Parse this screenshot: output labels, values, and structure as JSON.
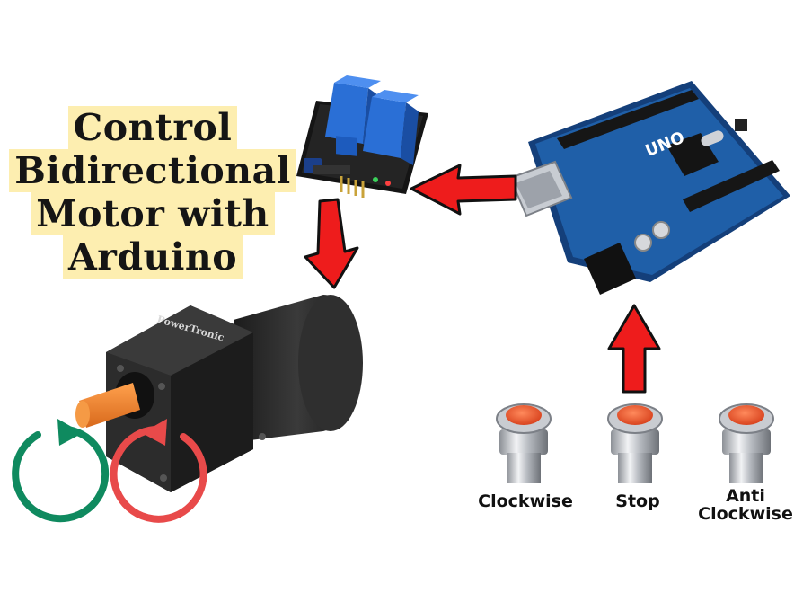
{
  "title": {
    "lines": [
      "Control",
      "Bidirectional",
      "Motor with",
      "Arduino"
    ]
  },
  "board": {
    "label": "UNO"
  },
  "motor": {
    "brand": "PowerTronic"
  },
  "buttons": [
    {
      "label": "Clockwise"
    },
    {
      "label": "Stop"
    },
    {
      "label_lines": [
        "Anti",
        "Clockwise"
      ]
    }
  ],
  "colors": {
    "arrow": "#ee1c1c",
    "rotate_clockwise": "#0f8a5f",
    "rotate_anticlockwise": "#e84a4a",
    "title_highlight": "#fdeeb0",
    "board": "#1f5fa8",
    "relay": "#2a6fd6",
    "motor_body": "#2b2b2b",
    "shaft": "#f0852a",
    "button_cap": "#e8522e"
  }
}
